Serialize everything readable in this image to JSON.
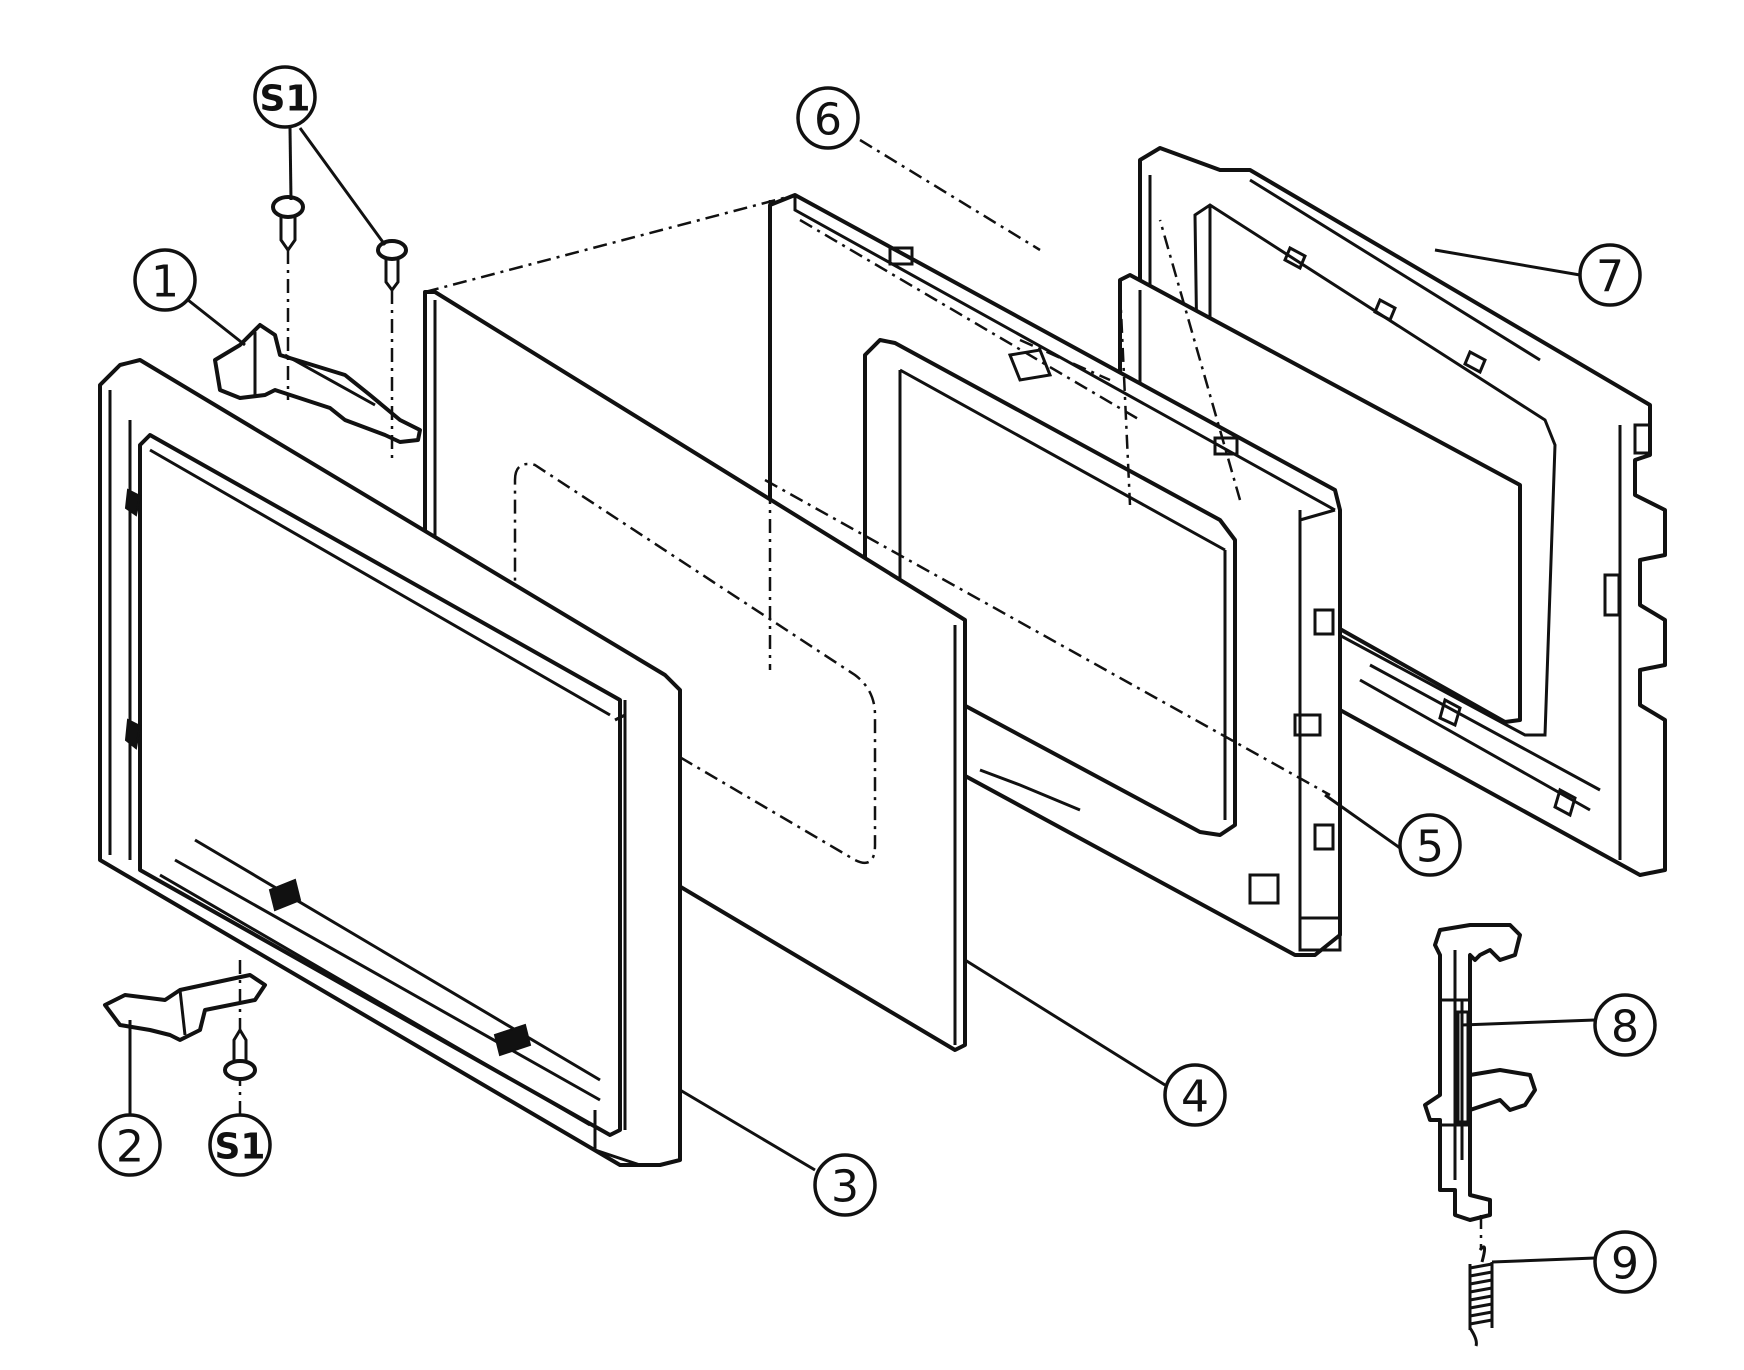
{
  "colors": {
    "line": "#111111",
    "paper": "#ffffff"
  },
  "callouts": {
    "c1": "1",
    "c2": "2",
    "c3": "3",
    "c4": "4",
    "c5": "5",
    "c6": "6",
    "c7": "7",
    "c8": "8",
    "c9": "9",
    "s1_top": "S1",
    "s1_bottom": "S1"
  }
}
